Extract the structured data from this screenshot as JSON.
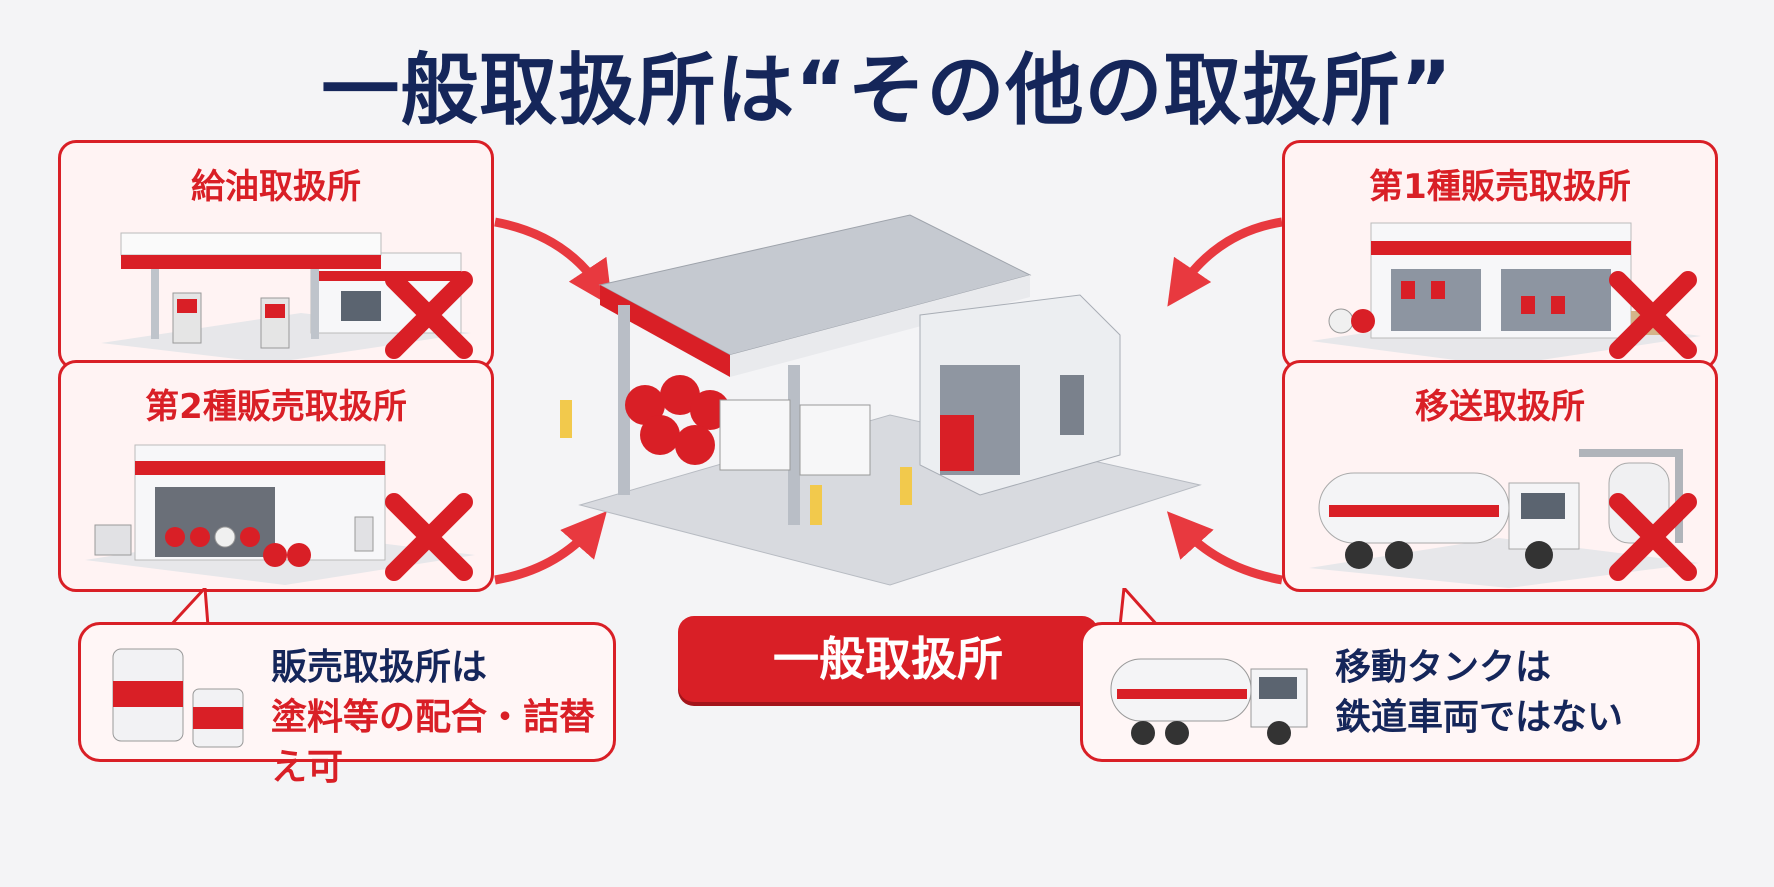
{
  "title": "一般取扱所は“その他の取扱所”",
  "center": {
    "badge_label": "一般取扱所"
  },
  "cards": [
    {
      "label": "給油取扱所",
      "icon": "x-mark"
    },
    {
      "label": "第2種販売取扱所",
      "icon": "x-mark"
    },
    {
      "label": "第1種販売取扱所",
      "icon": "x-mark"
    },
    {
      "label": "移送取扱所",
      "icon": "x-mark"
    }
  ],
  "notes": [
    {
      "line1": "販売取扱所は",
      "line2": "塗料等の配合・詰替え可"
    },
    {
      "line1": "移動タンクは",
      "line2": "鉄道車両ではない"
    }
  ],
  "colors": {
    "accent": "#d91f26",
    "title": "#15265a"
  }
}
